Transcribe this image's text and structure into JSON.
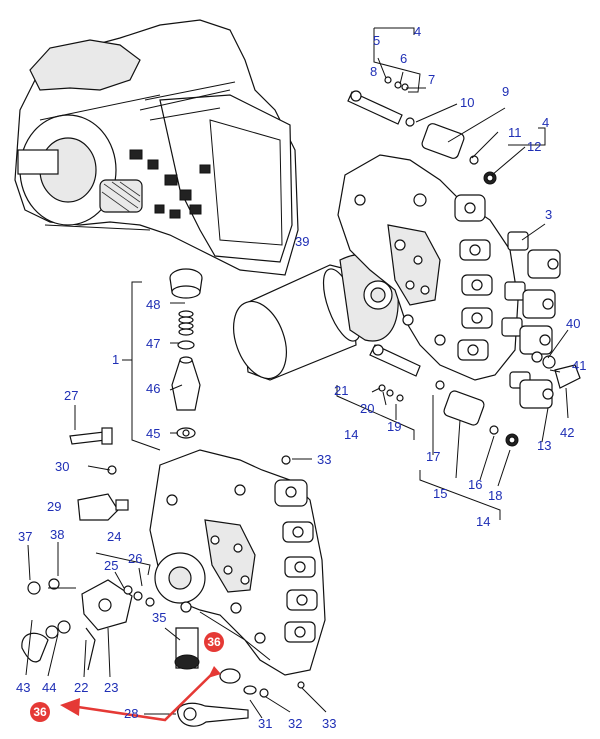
{
  "callouts": {
    "c1": "1",
    "c3": "3",
    "c4a": "4",
    "c4b": "4",
    "c5": "5",
    "c6": "6",
    "c7": "7",
    "c8": "8",
    "c9": "9",
    "c10": "10",
    "c11": "11",
    "c12": "12",
    "c13": "13",
    "c14a": "14",
    "c14b": "14",
    "c15": "15",
    "c16": "16",
    "c17": "17",
    "c18": "18",
    "c19": "19",
    "c20": "20",
    "c21": "21",
    "c22": "22",
    "c23": "23",
    "c24": "24",
    "c25": "25",
    "c26": "26",
    "c27": "27",
    "c28": "28",
    "c29": "29",
    "c30": "30",
    "c31": "31",
    "c32": "32",
    "c33a": "33",
    "c33b": "33",
    "c35": "35",
    "c36a": "36",
    "c36b": "36",
    "c37": "37",
    "c38": "38",
    "c39": "39",
    "c40": "40",
    "c41": "41",
    "c42": "42",
    "c43": "43",
    "c44": "44",
    "c45": "45",
    "c46": "46",
    "c47": "47",
    "c48": "48"
  },
  "colors": {
    "callout_text": "#1f2fb5",
    "highlight": "#e53935",
    "line": "#111111"
  },
  "highlighted_parts": [
    "36"
  ]
}
